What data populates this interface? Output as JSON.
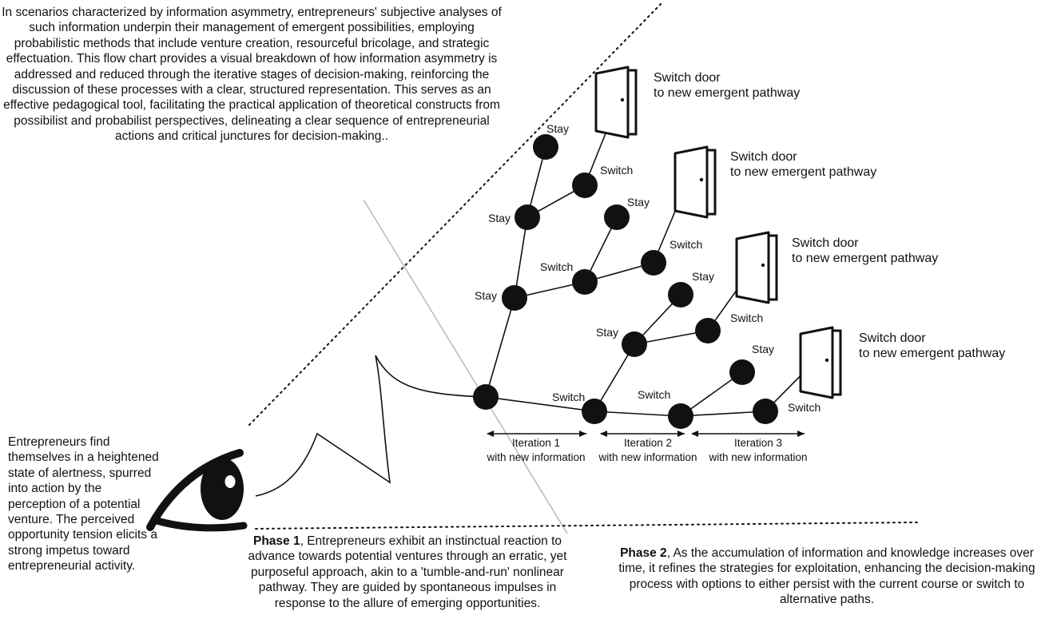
{
  "intro_text": "In scenarios characterized by information asymmetry, entrepreneurs' subjective analyses of such information underpin their management of emergent possibilities, employing probabilistic methods that include venture creation, resourceful bricolage, and strategic effectuation. This flow chart provides a visual breakdown of how information asymmetry is addressed and reduced through the iterative stages of decision-making, reinforcing the discussion of these processes with a clear, structured representation. This serves as an effective pedagogical tool, facilitating the practical application of theoretical constructs from possibilist and probabilist perspectives, delineating a clear sequence of entrepreneurial actions and critical junctures for decision-making..",
  "left_note": "Entrepreneurs find themselves in a heightened state of alertness, spurred into action by the perception of a potential venture. The perceived opportunity tension elicits a strong impetus toward entrepreneurial activity.",
  "phase1": {
    "title": "Phase 1",
    "body": ", Entrepreneurs exhibit an instinctual reaction to advance towards potential ventures through an erratic, yet purposeful approach, akin to a 'tumble-and-run' nonlinear pathway. They are guided by spontaneous impulses in response to the allure of emerging opportunities."
  },
  "phase2": {
    "title": "Phase 2",
    "body": ", As the accumulation of information and knowledge increases over time, it refines the strategies for exploitation, enhancing the decision-making process with options to either persist with the current course or switch to alternative paths."
  },
  "labels": {
    "stay": "Stay",
    "switch": "Switch",
    "door_line1": "Switch door",
    "door_line2": "to new emergent pathway"
  },
  "iterations": [
    {
      "line1": "Iteration 1",
      "line2": "with new information"
    },
    {
      "line1": "Iteration 2",
      "line2": "with new information"
    },
    {
      "line1": "Iteration 3",
      "line2": "with new information"
    }
  ]
}
